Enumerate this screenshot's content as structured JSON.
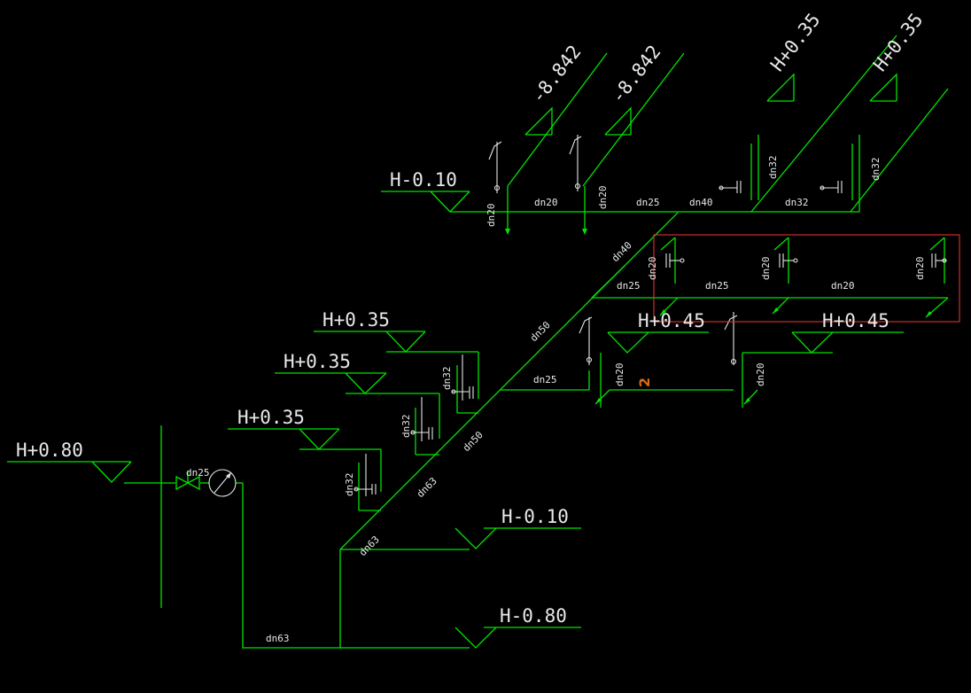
{
  "levels": {
    "h_080_left": "H+0.80",
    "h_035_a": "H+0.35",
    "h_035_b": "H+0.35",
    "h_035_c": "H+0.35",
    "h_m010_top": "H-0.10",
    "h_m010_mid": "H-0.10",
    "h_m080": "H-0.80",
    "h_045_a": "H+0.45",
    "h_045_b": "H+0.45",
    "top_8842_a": "-8.842",
    "top_8842_b": "-8.842",
    "top_035_a": "H+0.35",
    "top_035_b": "H+0.35"
  },
  "dn": {
    "inlet": "dn25",
    "bottom": "dn63",
    "riser_63_a": "dn63",
    "riser_63_b": "dn63",
    "riser_50_a": "dn50",
    "riser_50_b": "dn50",
    "riser_40": "dn40",
    "br32_a": "dn32",
    "br32_b": "dn32",
    "br32_c": "dn32",
    "mid_25": "dn25",
    "mid_20_a": "dn20",
    "mid_20_b": "dn20",
    "red_25_a": "dn25",
    "red_25_b": "dn25",
    "red_20_a": "dn20",
    "red_20_b": "dn20",
    "red_20_c": "dn20",
    "red_20_d": "dn20",
    "top_20_a": "dn20",
    "top_20_b": "dn20",
    "top_20_c": "dn20",
    "top_25": "dn25",
    "top_40": "dn40",
    "top_32": "dn32",
    "top_32_v1": "dn32",
    "top_32_v2": "dn32"
  },
  "annotation_mark": "2",
  "colors": {
    "pipe": "#00e400",
    "fixture": "#e6e6e6",
    "text": "#e8e8e8",
    "selection": "#e03030",
    "mark": "#e06a10"
  }
}
